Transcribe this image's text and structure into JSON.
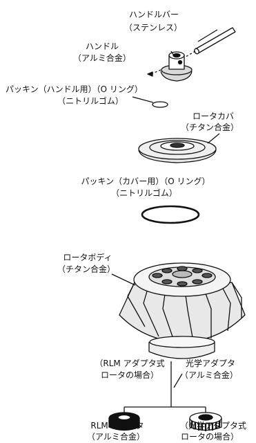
{
  "labels": {
    "handle_bar_name": "ハンドルバー",
    "handle_bar_material": "（ステンレス）",
    "handle_name": "ハンドル",
    "handle_material": "（アルミ合金）",
    "handle_packing_name": "パッキン（ハンドル用）（O リング）",
    "handle_packing_material": "（ニトリルゴム）",
    "rotor_cover_name": "ロータカバ",
    "rotor_cover_material": "（チタン合金）",
    "cover_packing_name": "パッキン（カバー用）（O リング）",
    "cover_packing_material": "（ニトリルゴム）",
    "rotor_body_name": "ロータボディ",
    "rotor_body_material": "（チタン合金）",
    "rlm_case_line1": "（RLM アダプタ式",
    "rlm_case_line2": "ロータの場合）",
    "optical_adapter_name": "光学アダプタ",
    "optical_adapter_material": "（アルミ合金）",
    "rlm_adapter_name": "RLM アダプタ",
    "rlm_adapter_material": "（アルミ合金）",
    "optical_case_line1": "（光学アダプタ式",
    "optical_case_line2": "ロータの場合）"
  },
  "colors": {
    "ink": "#111111",
    "background": "#ffffff",
    "shade": "#d9d9d9"
  }
}
